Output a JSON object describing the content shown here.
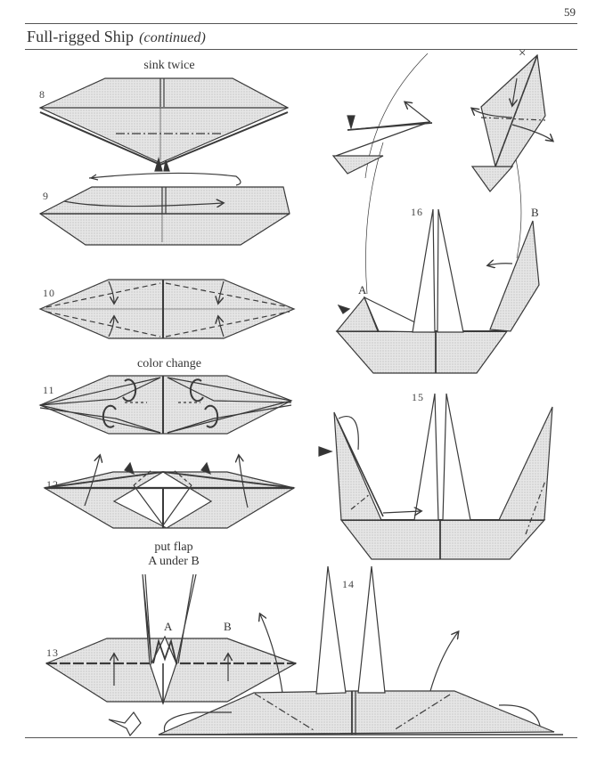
{
  "page": {
    "number": "59",
    "title": "Full-rigged Ship",
    "subtitle": "(continued)"
  },
  "steps": [
    {
      "id": "8",
      "caption": "sink twice"
    },
    {
      "id": "9",
      "caption": ""
    },
    {
      "id": "10",
      "caption": ""
    },
    {
      "id": "11",
      "caption": "color change"
    },
    {
      "id": "12",
      "caption": ""
    },
    {
      "id": "13",
      "caption_line1": "put flap",
      "caption_line2": "A under B",
      "point_labels": [
        "A",
        "B"
      ]
    },
    {
      "id": "14",
      "caption": ""
    },
    {
      "id": "15",
      "caption": ""
    },
    {
      "id": "16",
      "caption": "",
      "point_labels": [
        "A",
        "B"
      ]
    }
  ],
  "symbols": {
    "x_mark": "×"
  },
  "colors": {
    "paper": "#ffffff",
    "line": "#3a3a3a",
    "fill": "#dcdcdc",
    "rule": "#555555"
  }
}
